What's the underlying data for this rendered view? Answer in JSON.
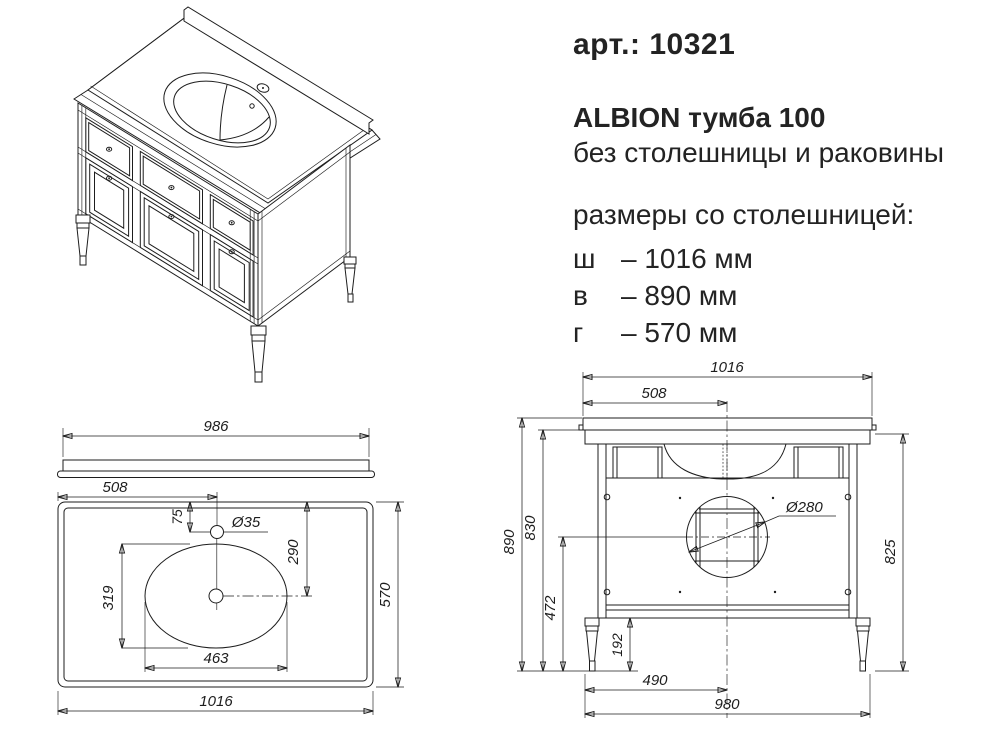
{
  "header": {
    "article": "арт.: 10321",
    "title_bold": "ALBION тумба 100",
    "title_sub": "без столешницы и раковины",
    "dims_heading": "размеры со столешницей:",
    "dims": [
      {
        "key": "ш",
        "value": "– 1016 мм"
      },
      {
        "key": "в",
        "value": "– 890 мм"
      },
      {
        "key": "г",
        "value": "– 570 мм"
      }
    ]
  },
  "top_view": {
    "backsplash_length": "986",
    "faucet_from_left": "508",
    "faucet_from_back": "75",
    "faucet_hole_diameter": "Ø35",
    "drain_from_back": "290",
    "bowl_length": "319",
    "bowl_width": "463",
    "depth_total": "570",
    "width_total": "1016"
  },
  "back_view": {
    "width_total": "1016",
    "half_width": "508",
    "height_total": "890",
    "height_body": "830",
    "hole_center_height": "472",
    "hole_diameter": "Ø280",
    "leg_height": "192",
    "leg_to_center": "490",
    "base_width": "980",
    "height_under_top": "825"
  },
  "colors": {
    "line": "#1d1d1d",
    "text": "#232323",
    "background": "#ffffff"
  }
}
